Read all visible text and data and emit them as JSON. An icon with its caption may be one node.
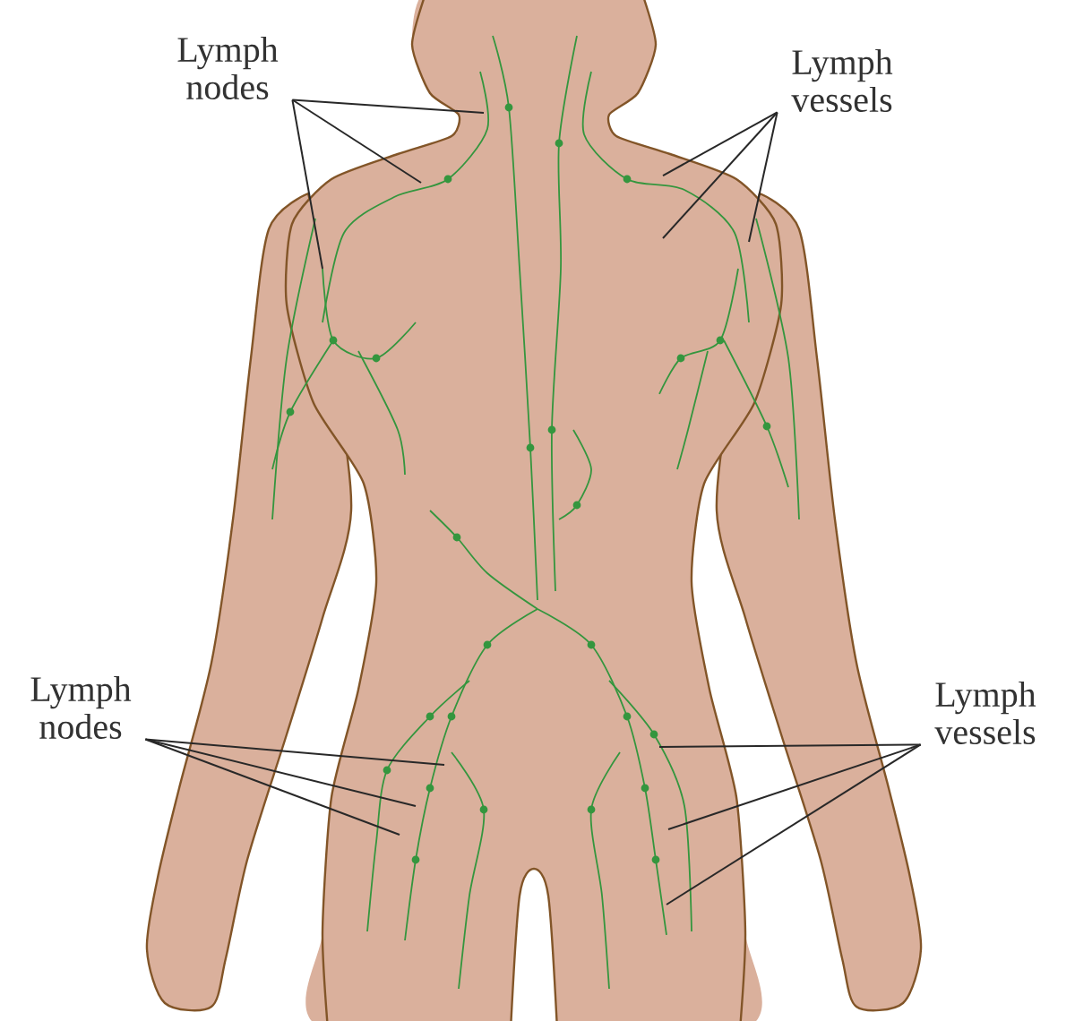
{
  "diagram": {
    "nodes": [
      {
        "text": [
          "Lymph nodes"
        ]
      },
      {
        "text": [
          "Lymph vessels"
        ]
      },
      {
        "text": [
          "Lymph nodes"
        ]
      },
      {
        "text": [
          "Lymph vessels"
        ]
      }
    ],
    "edges": [
      {
        "from": 0,
        "to": null,
        "arrow": "none"
      },
      {
        "from": 0,
        "to": null,
        "arrow": "none"
      },
      {
        "from": 0,
        "to": null,
        "arrow": "none"
      },
      {
        "from": 1,
        "to": null,
        "arrow": "none"
      },
      {
        "from": 1,
        "to": null,
        "arrow": "none"
      },
      {
        "from": 1,
        "to": null,
        "arrow": "none"
      },
      {
        "from": 2,
        "to": null,
        "arrow": "none"
      },
      {
        "from": 2,
        "to": null,
        "arrow": "none"
      },
      {
        "from": 2,
        "to": null,
        "arrow": "none"
      },
      {
        "from": 3,
        "to": null,
        "arrow": "none"
      },
      {
        "from": 3,
        "to": null,
        "arrow": "none"
      },
      {
        "from": 3,
        "to": null,
        "arrow": "none"
      }
    ]
  }
}
